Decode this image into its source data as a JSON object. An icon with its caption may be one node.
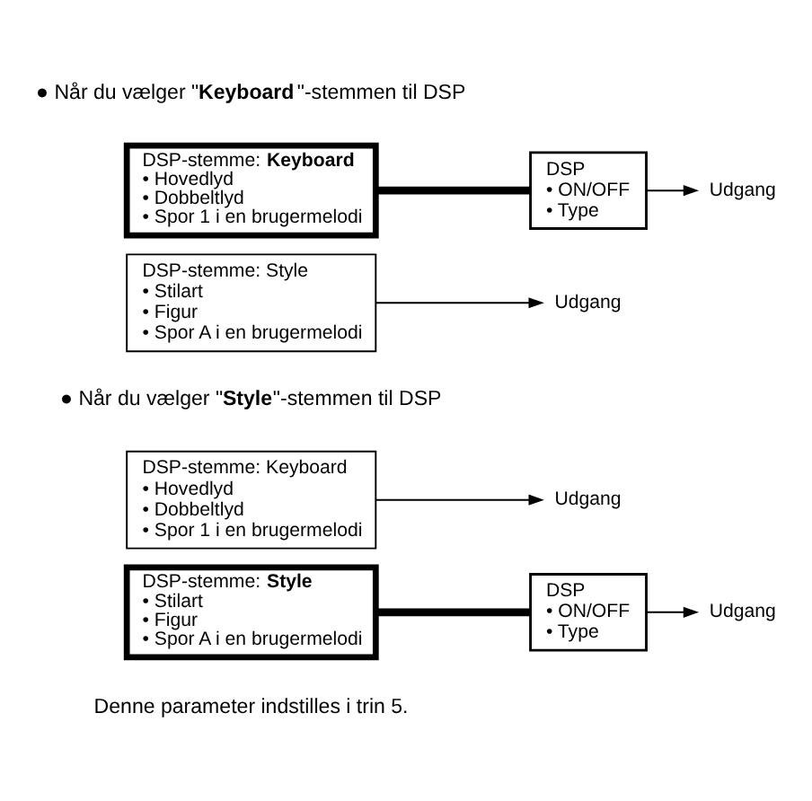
{
  "diagram": {
    "nodes": [
      {
        "text": [
          "DSP-stemme: **Keyboard**",
          "• Hovedlyd",
          "• Dobbeltlyd",
          "• Spor 1 i en brugermelodi"
        ]
      },
      {
        "text": [
          "DSP",
          "• ON/OFF",
          "• Type"
        ]
      },
      {
        "text": [
          "Udgang"
        ]
      },
      {
        "text": [
          "DSP-stemme: Style",
          "• Stilart",
          "• Figur",
          "• Spor A i en brugermelodi"
        ]
      },
      {
        "text": [
          "Udgang"
        ]
      },
      {
        "text": [
          "DSP-stemme: Keyboard",
          "• Hovedlyd",
          "• Dobbeltlyd",
          "• Spor 1 i en brugermelodi"
        ]
      },
      {
        "text": [
          "Udgang"
        ]
      },
      {
        "text": [
          "DSP-stemme: **Style**",
          "• Stilart",
          "• Figur",
          "• Spor A i en brugermelodi"
        ]
      },
      {
        "text": [
          "DSP",
          "• ON/OFF",
          "• Type"
        ]
      },
      {
        "text": [
          "Udgang"
        ]
      }
    ],
    "edges": [
      {
        "from": 0,
        "to": 1,
        "arrow": "none",
        "style": "thick"
      },
      {
        "from": 1,
        "to": 2,
        "arrow": "to"
      },
      {
        "from": 3,
        "to": 4,
        "arrow": "to"
      },
      {
        "from": 5,
        "to": 6,
        "arrow": "to"
      },
      {
        "from": 7,
        "to": 8,
        "arrow": "none",
        "style": "thick"
      },
      {
        "from": 8,
        "to": 9,
        "arrow": "to"
      }
    ],
    "labels": [
      "● Når du vælger \"**Keyboard**\"-stemmen til DSP",
      "● Når du vælger \"**Style**\"-stemmen til DSP",
      "Denne parameter indstilles i trin 5."
    ]
  }
}
